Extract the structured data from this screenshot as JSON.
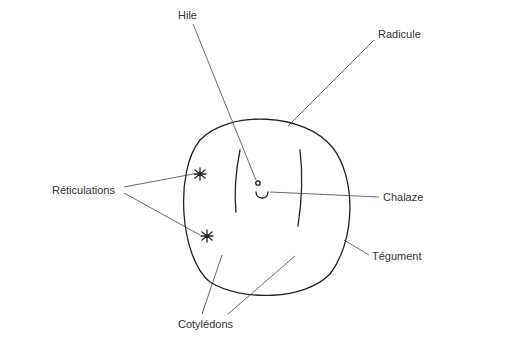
{
  "diagram": {
    "labels": [
      "Hile",
      "Radicule",
      "Réticulations",
      "Chalaze",
      "Tégument",
      "Cotylédons"
    ]
  }
}
